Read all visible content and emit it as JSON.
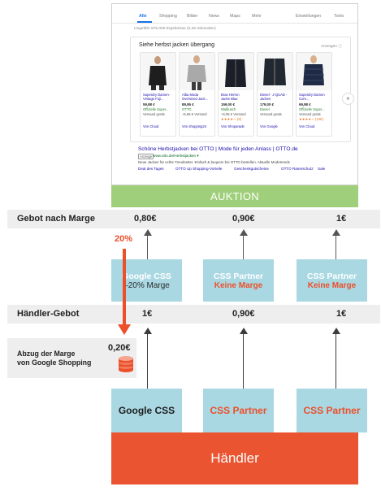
{
  "serp": {
    "tabs": [
      {
        "label": "Alle",
        "active": true
      },
      {
        "label": "Shopping",
        "active": false
      },
      {
        "label": "Bilder",
        "active": false
      },
      {
        "label": "News",
        "active": false
      },
      {
        "label": "Maps",
        "active": false
      },
      {
        "label": "Mehr",
        "active": false
      },
      {
        "label": "Einstellungen",
        "active": false
      },
      {
        "label": "Tools",
        "active": false
      }
    ],
    "result_stats": "Ungefähr 675.000 Ergebnisse (0,26 Sekunden)",
    "shopping_heading": "Siehe herbst jacken übergang",
    "ads_label": "Anzeigen ⓘ",
    "next_arrow": "»",
    "products": [
      {
        "title": "Superdry Damen-\nVintage Fuji...",
        "price": "59,98 €",
        "shop": "Offizielle Super...",
        "shipping": "Versand gratis",
        "rating": "",
        "by": "Von Cloud"
      },
      {
        "title": "Alba Moda\nOversized Jack...",
        "price": "89,95 €",
        "shop": "OTTO",
        "shipping": "+5,95 € Versand",
        "rating": "",
        "by": "Von shopping24"
      },
      {
        "title": "Brax Herren\nJacke Blau",
        "price": "159,00 €",
        "shop": "Walbusch",
        "shipping": "+5,95 € Versand",
        "rating": "★★★★☆ (8)",
        "by": "Von Shoparade"
      },
      {
        "title": "Diesel - J-QUAD -\nJacken",
        "price": "179,00 €",
        "shop": "Diesel",
        "shipping": "Versand gratis",
        "rating": "",
        "by": "Von Google"
      },
      {
        "title": "Superdry Damen\nCore...",
        "price": "69,98 €",
        "shop": "Offizielle Super...",
        "shipping": "Versand gratis",
        "rating": "★★★★☆ (136)",
        "by": "Von Cloud"
      }
    ],
    "text_ad": {
      "title": "Schöne Herbstjacken bei OTTO | Mode für jeden Anlass | OTTO.de",
      "badge": "Anzeige",
      "url": "www.otto.de/Herbstjacken ▾",
      "description": "Neue Jacken für echte Trendsetter. Einfach & bequem bei OTTO bestellen. Aktuelle Modetrends",
      "sitelinks": [
        "Deal des Tages",
        "OTTO Up Shopping-Vorteile",
        "Geschenkgutscheine",
        "OTTO Ratenschutz",
        "Sale"
      ]
    }
  },
  "auction_label": "AUKTION",
  "bid_after_margin": {
    "label": "Gebot nach Marge",
    "values": [
      "0,80€",
      "0,90€",
      "1€"
    ]
  },
  "margin_percent": "20%",
  "middle_boxes": [
    {
      "title": "Google CSS",
      "subtitle": "–20% Marge"
    },
    {
      "title": "CSS Partner",
      "subtitle": "Keine Marge"
    },
    {
      "title": "CSS Partner",
      "subtitle": "Keine Marge"
    }
  ],
  "merchant_bid": {
    "label": "Händler-Gebot",
    "values": [
      "1€",
      "0,90€",
      "1€"
    ]
  },
  "margin_deduction": {
    "label": "Abzug der Marge\nvon Google Shopping",
    "value": "0,20€"
  },
  "bottom_boxes": [
    {
      "label": "Google CSS"
    },
    {
      "label": "CSS Partner"
    },
    {
      "label": "CSS Partner"
    }
  ],
  "merchant_label": "Händler",
  "colors": {
    "auction_green": "#9fcf7a",
    "css_blue": "#a9d8e3",
    "accent_orange": "#ec4f2a",
    "merchant_orange": "#ea5430",
    "band_gray": "#eeeeee"
  }
}
